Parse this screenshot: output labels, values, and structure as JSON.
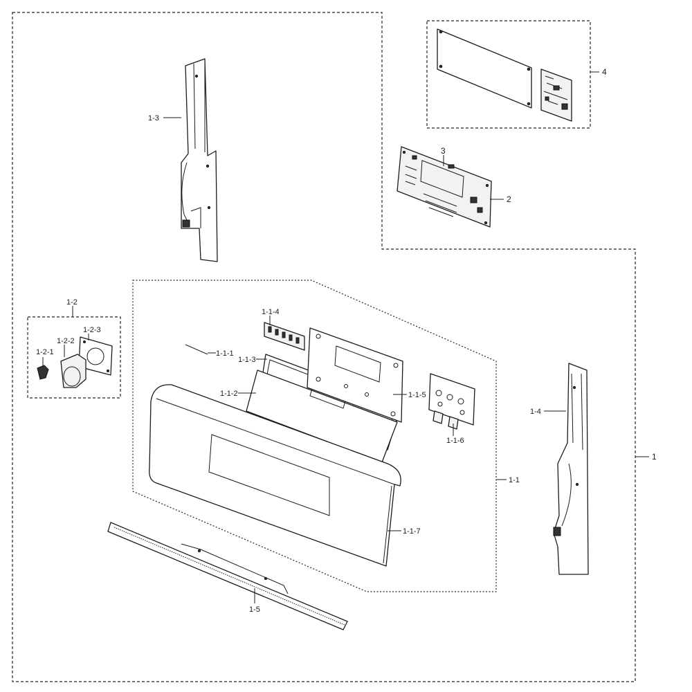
{
  "labels": {
    "l_1": "1",
    "l_1_1": "1-1",
    "l_1_1_1": "1-1-1",
    "l_1_1_2": "1-1-2",
    "l_1_1_3": "1-1-3",
    "l_1_1_4": "1-1-4",
    "l_1_1_5": "1-1-5",
    "l_1_1_6": "1-1-6",
    "l_1_1_7": "1-1-7",
    "l_1_2": "1-2",
    "l_1_2_1": "1-2-1",
    "l_1_2_2": "1-2-2",
    "l_1_2_3": "1-2-3",
    "l_1_3": "1-3",
    "l_1_4": "1-4",
    "l_1_5": "1-5",
    "l_2": "2",
    "l_3": "3",
    "l_4": "4"
  },
  "colors": {
    "line": "#1a1a1a",
    "background": "#ffffff"
  }
}
